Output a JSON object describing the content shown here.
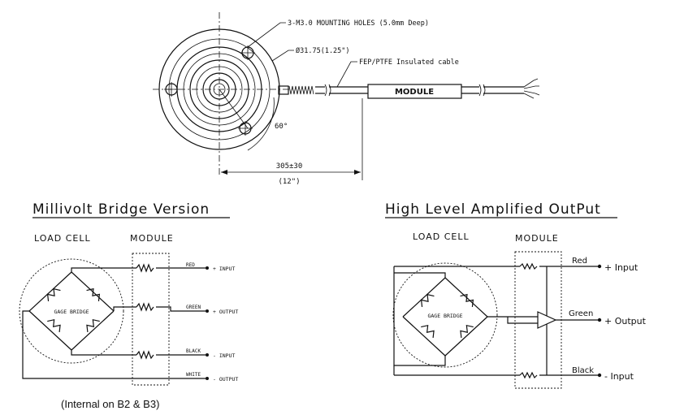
{
  "top_drawing": {
    "mounting_holes": "3-M3.0 MOUNTING HOLES (5.0mm Deep)",
    "diameter": "Ø31.75(1.25\")",
    "cable": "FEP/PTFE Insulated cable",
    "module": "MODULE",
    "angle": "60°",
    "length": "305±30",
    "length_inch": "(12\")"
  },
  "millivolt": {
    "title": "Millivolt Bridge Version",
    "load_cell": "LOAD CELL",
    "module": "MODULE",
    "gage_bridge": "GAGE BRIDGE",
    "red": "RED",
    "plus_input": "+ INPUT",
    "green": "GREEN",
    "plus_output": "+ OUTPUT",
    "black": "BLACK",
    "minus_input": "- INPUT",
    "white": "WHITE",
    "minus_output": "- OUTPUT",
    "note": "(Internal on B2 & B3)"
  },
  "amplified": {
    "title": "High Level Amplified OutPut",
    "load_cell": "LOAD CELL",
    "module": "MODULE",
    "gage_bridge": "GAGE BRIDGE",
    "red": "Red",
    "plus_input": "+ Input",
    "green": "Green",
    "plus_output": "+ Output",
    "black": "Black",
    "minus_input": "- Input"
  }
}
